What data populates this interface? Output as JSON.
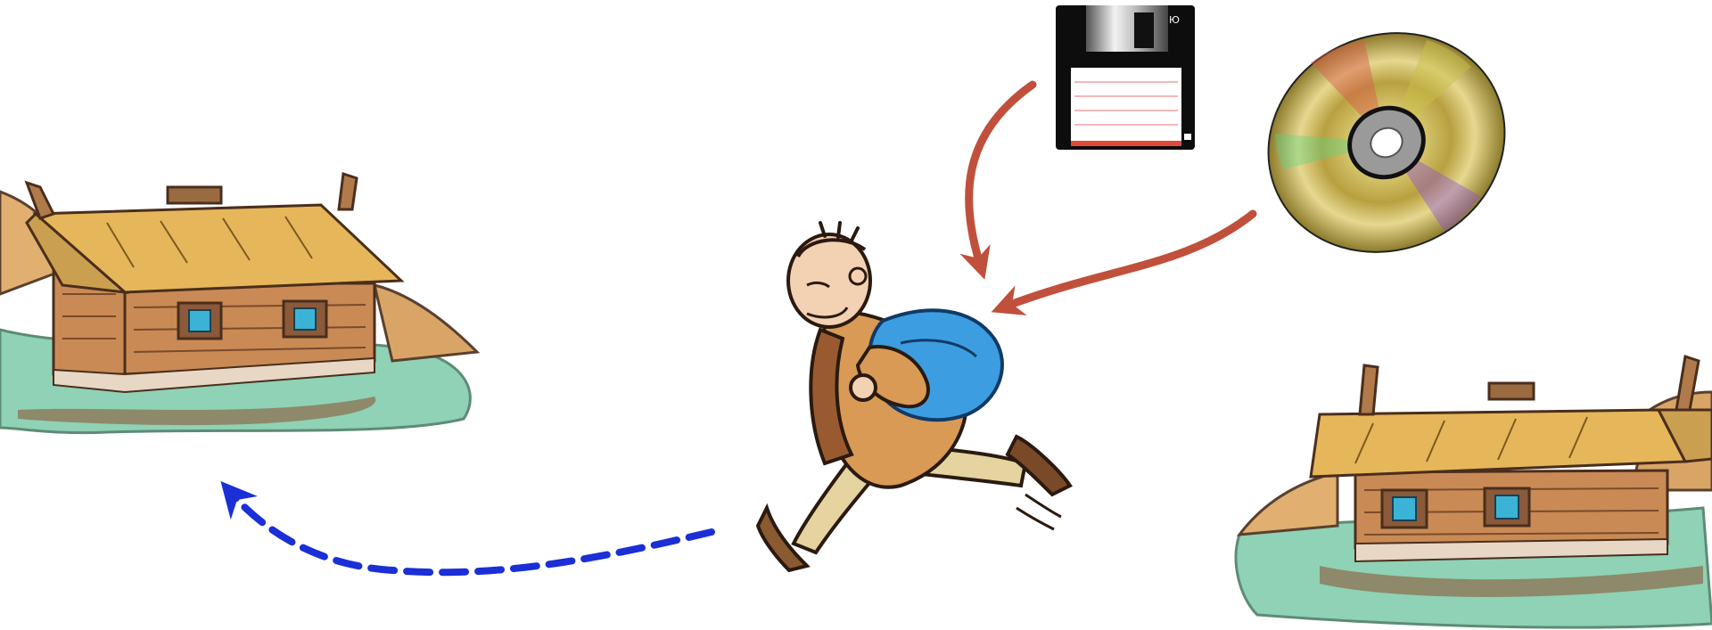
{
  "scene": {
    "floppy_disk": {
      "label_text": "Ю",
      "icon": "floppy-disk-icon"
    },
    "compact_disc": {
      "icon": "cd-icon"
    },
    "house_left": {
      "icon": "house-icon"
    },
    "house_right": {
      "icon": "house-icon"
    },
    "running_boy": {
      "icon": "boy-with-backpack-icon"
    },
    "arrows": {
      "floppy_to_boy": {
        "color": "#c0503c",
        "style": "solid"
      },
      "cd_to_boy": {
        "color": "#c0503c",
        "style": "solid"
      },
      "boy_to_house": {
        "color": "#1a2fd6",
        "style": "dashed"
      }
    },
    "colors": {
      "roof": "#e6b65a",
      "wall": "#c98a55",
      "window": "#3bb3d6",
      "water": "#8fd2b5",
      "backpack": "#3c9ee0",
      "coat": "#d99a55"
    }
  }
}
